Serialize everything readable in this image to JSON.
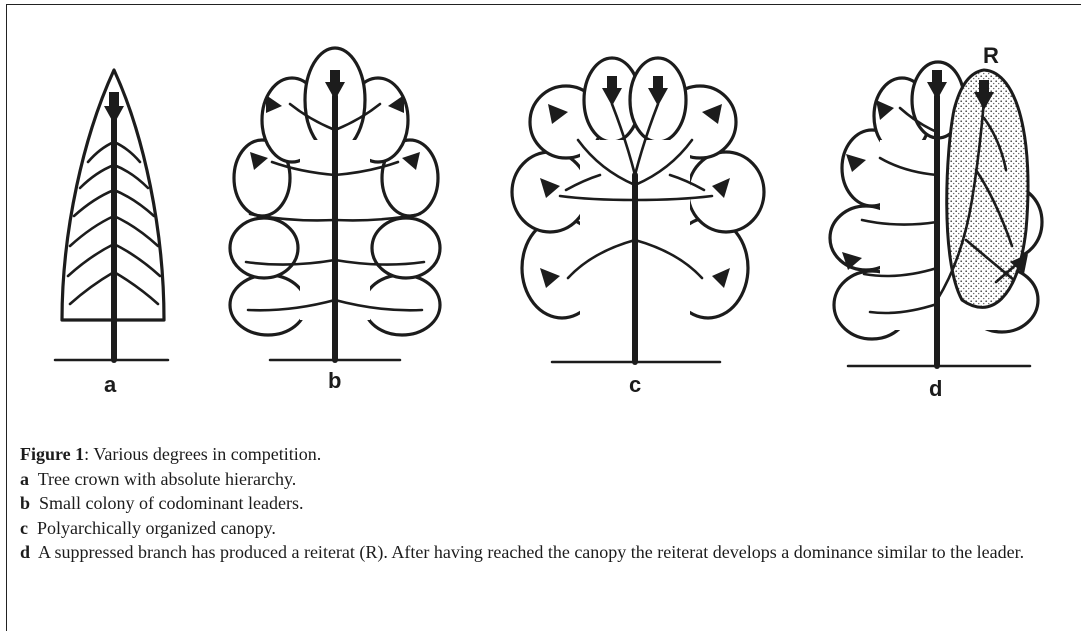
{
  "panels": {
    "a": "a",
    "b": "b",
    "c": "c",
    "d": "d",
    "reiterat_marker": "R"
  },
  "caption": {
    "figure_label": "Figure 1",
    "figure_title": ": Various degrees in competition.",
    "items": [
      {
        "letter": "a",
        "text": "Tree crown with absolute hierarchy."
      },
      {
        "letter": "b",
        "text": "Small colony of codominant leaders."
      },
      {
        "letter": "c",
        "text": "Polyarchically organized canopy."
      },
      {
        "letter": "d",
        "text": "A suppressed branch has produced a reiterat (R). After having reached the canopy the reiterat develops a dominance similar to the leader."
      }
    ]
  }
}
